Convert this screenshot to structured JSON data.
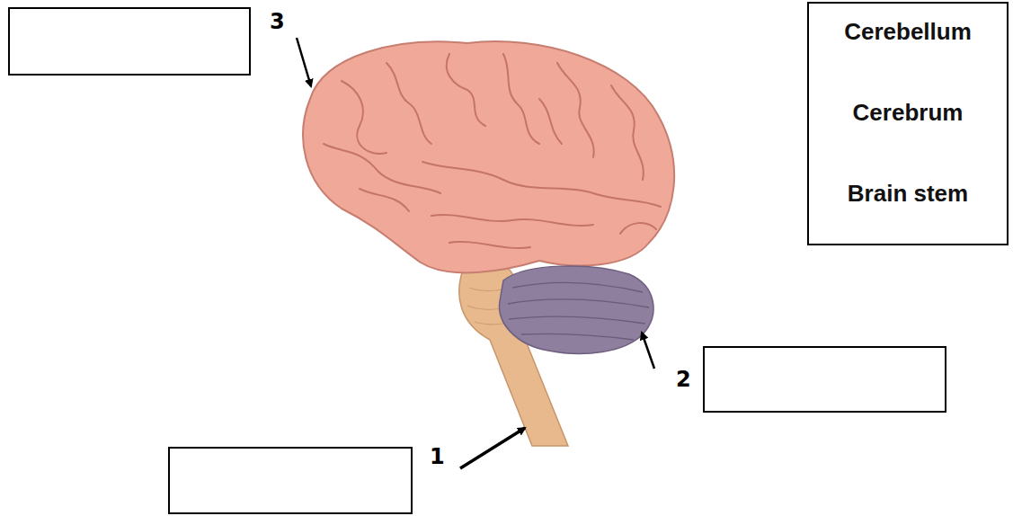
{
  "diagram": {
    "nodes": [
      {
        "text": [
          "Cerebellum",
          "Cerebrum",
          "Brain stem"
        ]
      }
    ],
    "labels": [
      "3",
      "2",
      "1"
    ]
  }
}
